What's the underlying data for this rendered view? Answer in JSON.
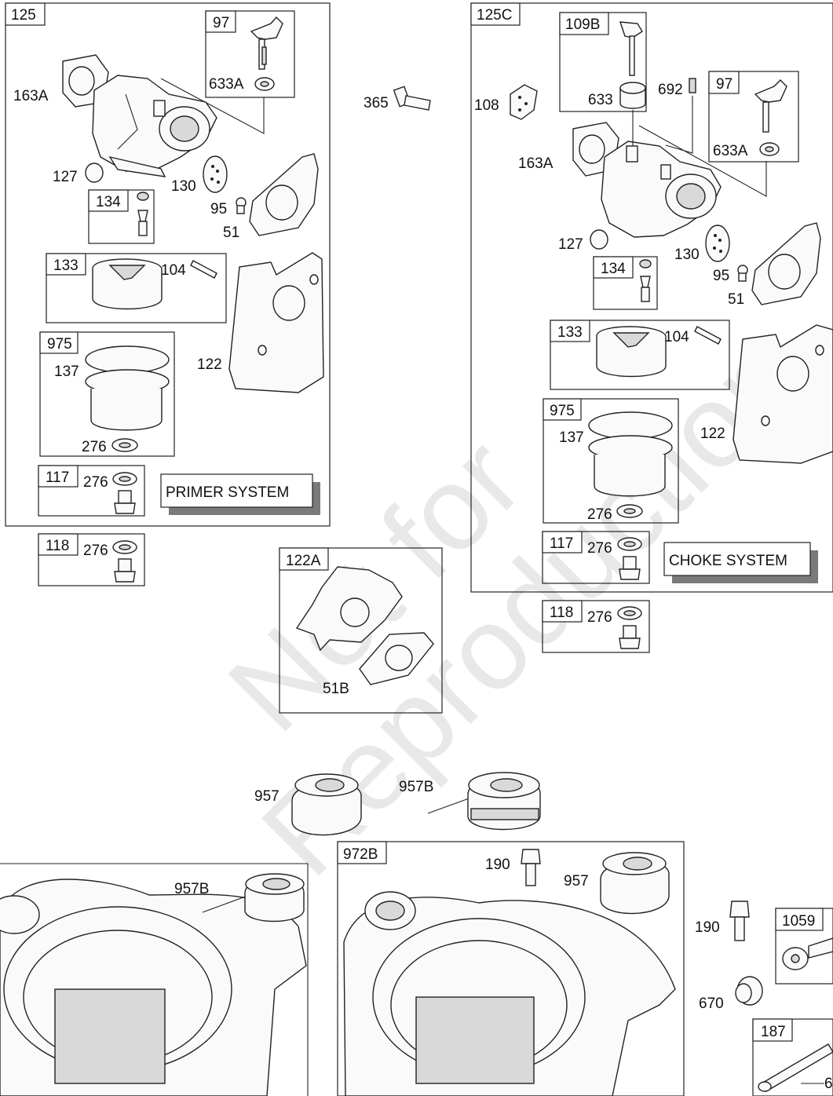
{
  "watermark": {
    "line1": "Not for",
    "line2": "Reproduction"
  },
  "group_primer": {
    "tag": "125",
    "system_label": "PRIMER SYSTEM",
    "labels": {
      "p97": "97",
      "p633a": "633A",
      "p163a": "163A",
      "p127": "127",
      "p130": "130",
      "p134": "134",
      "p95": "95",
      "p51": "51",
      "p133": "133",
      "p104": "104",
      "p975": "975",
      "p137": "137",
      "p122": "122",
      "p276a": "276",
      "p117": "117",
      "p276b": "276"
    }
  },
  "group_118_left": {
    "tag": "118",
    "label_276": "276"
  },
  "part_365": "365",
  "group_122a": {
    "tag": "122A",
    "label_51b": "51B"
  },
  "group_choke": {
    "tag": "125C",
    "system_label": "CHOKE SYSTEM",
    "labels": {
      "p109b": "109B",
      "p633": "633",
      "p692": "692",
      "p97": "97",
      "p108": "108",
      "p163a": "163A",
      "p633a": "633A",
      "p127": "127",
      "p130": "130",
      "p134": "134",
      "p95": "95",
      "p51": "51",
      "p133": "133",
      "p104": "104",
      "p975": "975",
      "p137": "137",
      "p122": "122",
      "p276a": "276",
      "p117": "117",
      "p276b": "276"
    }
  },
  "group_118_right": {
    "tag": "118",
    "label_276": "276"
  },
  "caps": {
    "p957": "957",
    "p957b": "957B"
  },
  "tank_left": {
    "label_957b": "957B"
  },
  "tank_972b": {
    "tag": "972B",
    "label_190": "190",
    "label_957": "957"
  },
  "right_parts": {
    "label_190": "190",
    "tag_1059": "1059",
    "label_670": "670",
    "tag_187": "187",
    "label_edge": "6"
  }
}
